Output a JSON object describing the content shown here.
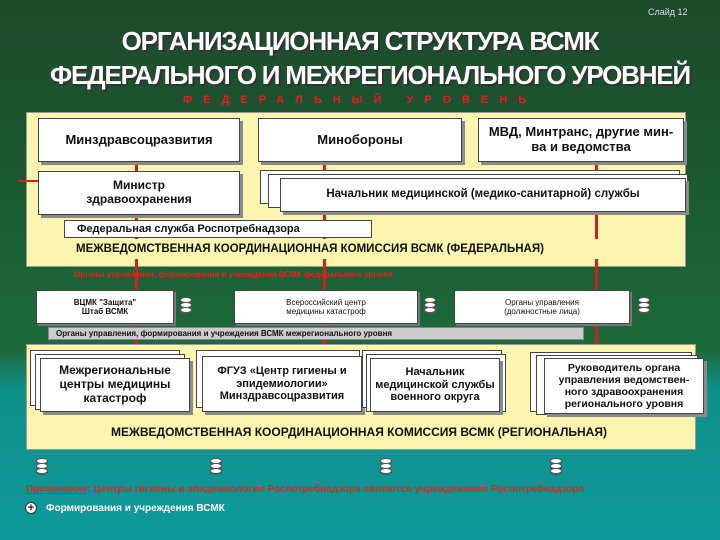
{
  "slide_number": "Слайд 12",
  "title_line1": "ОРГАНИЗАЦИОННАЯ СТРУКТУРА ВСМК",
  "title_line2": "ФЕДЕРАЛЬНОГО И МЕЖРЕГИОНАЛЬНОГО УРОВНЕЙ",
  "federal_level": "ФЕДЕРАЛЬНЫЙ УРОВЕНЬ",
  "federal": {
    "ministry_health": "Минздравсоцразвития",
    "ministry_defense": "Минобороны",
    "other_ministries": "МВД, Минтранс, другие мин-ва и ведомства",
    "minister": "Министр здравоохранения",
    "chief_medical_service": "Начальник медицинской (медико-санитарной) службы",
    "rospotrebnadzor": "Федеральная служба Роспотребнадзора",
    "commission": "МЕЖВЕДОМСТВЕННАЯ КООРДИНАЦИОННАЯ КОМИССИЯ ВСМК (ФЕДЕРАЛЬНАЯ)",
    "strip_label": "Органы управления, формирования и учреждения ВСМК федерального уровня"
  },
  "middle": {
    "vtsmk_line1": "ВЦМК \"Защита\"",
    "vtsmk_line2": "Штаб ВСМК",
    "disaster_center_line1": "Всероссийский центр",
    "disaster_center_line2": "медицины катастроф",
    "authorities_line1": "Органы управления",
    "authorities_line2": "(должностные лица)",
    "strip_label": "Органы управления, формирования и учреждения ВСМК межрегионального уровня"
  },
  "regional": {
    "centers": "Межрегиональные центры медицины катастроф",
    "fguz": "ФГУЗ «Центр гигиены и эпидемиологии» Минздравсоцразвития",
    "military_chief": "Начальник медицинской службы военного округа",
    "head_regional": "Руководитель органа управления ведомствен-ного здравоохранения регионального уровня",
    "commission": "МЕЖВЕДОМСТВЕННАЯ КООРДИНАЦИОННАЯ КОМИССИЯ ВСМК (РЕГИОНАЛЬНАЯ)"
  },
  "footer": {
    "note_label": "Примечание",
    "note_text": ": Центры гигиены и эпидемиологии Роспотребнадзора являются учреждениями Роспотребнадзора",
    "legend_text": "Формирования и учреждения ВСМК"
  },
  "colors": {
    "red": "#d91c1c",
    "yellow": "#fbf5b0",
    "green_bg": "#1d6b3b",
    "teal_bg": "#0e9a9a"
  }
}
